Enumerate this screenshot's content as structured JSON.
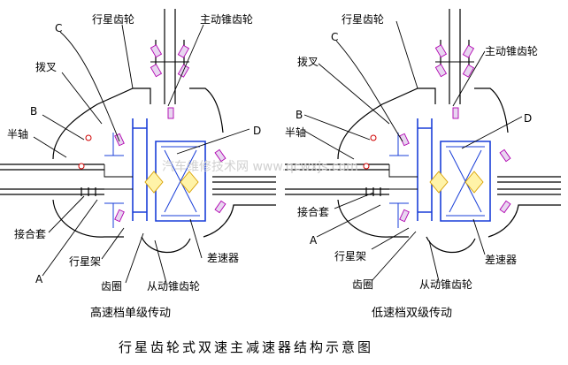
{
  "left_diagram": {
    "labels": {
      "planet_gear": "行星齿轮",
      "drive_bevel_gear": "主动锥齿轮",
      "c": "C",
      "fork": "拨叉",
      "b": "B",
      "half_shaft": "半轴",
      "d": "D",
      "clutch_sleeve": "接合套",
      "a": "A",
      "planet_carrier": "行星架",
      "differential": "差速器",
      "ring_gear": "齿圈",
      "driven_bevel_gear": "从动锥齿轮"
    },
    "subtitle": "高速档单级传动"
  },
  "right_diagram": {
    "labels": {
      "planet_gear": "行星齿轮",
      "drive_bevel_gear": "主动锥齿轮",
      "c": "C",
      "fork": "拨叉",
      "b": "B",
      "half_shaft": "半轴",
      "d": "D",
      "clutch_sleeve": "接合套",
      "a": "A",
      "planet_carrier": "行星架",
      "differential": "差速器",
      "ring_gear": "齿圈",
      "driven_bevel_gear": "从动锥齿轮"
    },
    "subtitle": "低速档双级传动"
  },
  "watermark": "汽车维修技术网 www.qcwxjs.com",
  "title": "行星齿轮式双速主减速器结构示意图"
}
